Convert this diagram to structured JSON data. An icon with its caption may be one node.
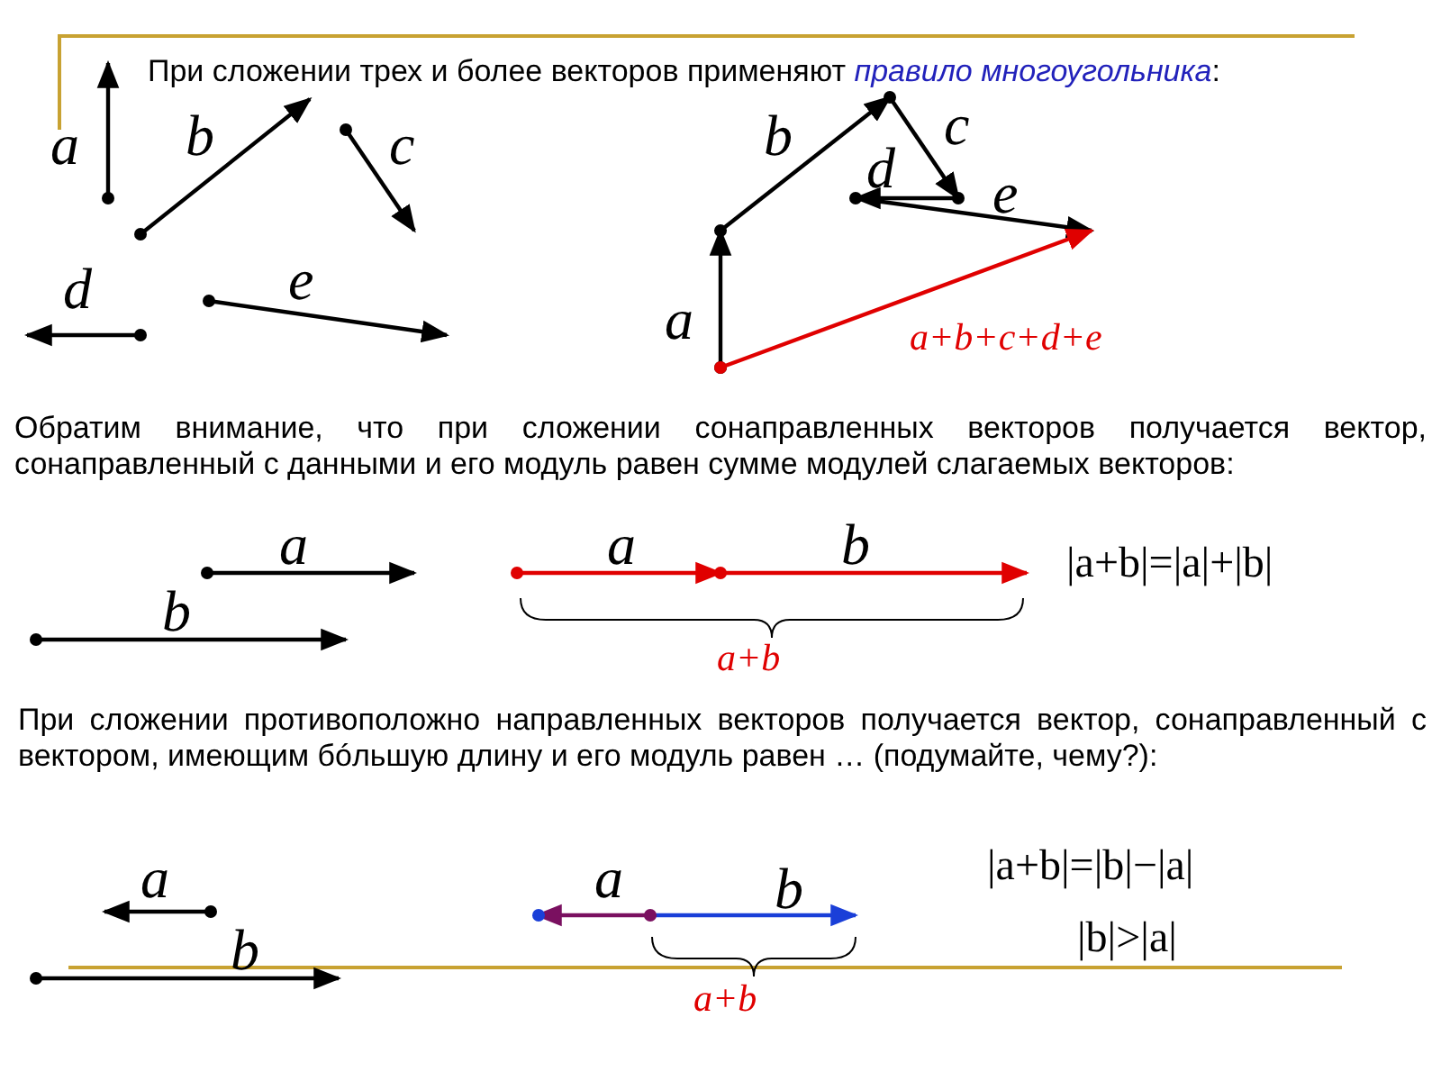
{
  "diagram": {
    "labels": [
      "При сложении трех и более векторов применяют *правило многоугольника*:",
      "a",
      "b",
      "c",
      "d",
      "e",
      "b",
      "c",
      "d",
      "e",
      "a",
      "a+b+c+d+e",
      "Обратим внимание, что при сложении сонаправленных векторов получается вектор, сонаправленный с данными и его модуль равен сумме модулей слагаемых векторов:",
      "a",
      "b",
      "a",
      "b",
      "a+b",
      "|a+b|=|a|+|b|",
      "При сложении противоположно направленных векторов получается вектор, сонаправленный с вектором, имеющим бóльшую длину и его модуль равен … (подумайте, чему?):",
      "a",
      "b",
      "a",
      "b",
      "a+b",
      "|a+b|=|b|−|a|",
      "|b|>|a|"
    ]
  }
}
